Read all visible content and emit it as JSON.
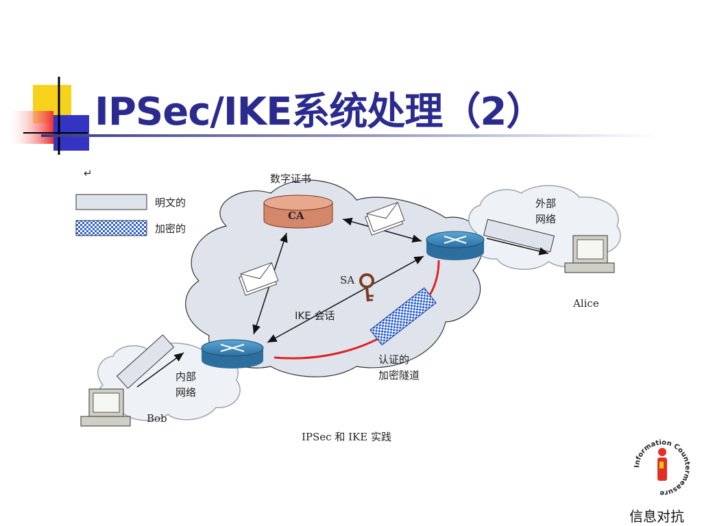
{
  "slide": {
    "title": "IPSec/IKE系统处理（2）"
  },
  "legend": {
    "plaintext": "明文的",
    "encrypted": "加密的"
  },
  "labels": {
    "certificate": "数字证书",
    "ca": "CA",
    "external_network_line1": "外部",
    "external_network_line2": "网络",
    "internal_network_line1": "内部",
    "internal_network_line2": "网络",
    "sa": "SA",
    "ike_session": "IKE 会话",
    "tunnel_line1": "认证的",
    "tunnel_line2": "加密隧道",
    "alice": "Alice",
    "bob": "Bob",
    "caption": "IPSec 和 IKE 实践"
  },
  "logo": {
    "ring_text": "Information Countermeasure",
    "caption": "信息对抗"
  },
  "colors": {
    "title": "#2b2b8f",
    "tunnel_line": "#e02020",
    "router": "#3f86b8",
    "ca_cylinder": "#d4876a",
    "cloud_fill": "#dfe3ec"
  }
}
